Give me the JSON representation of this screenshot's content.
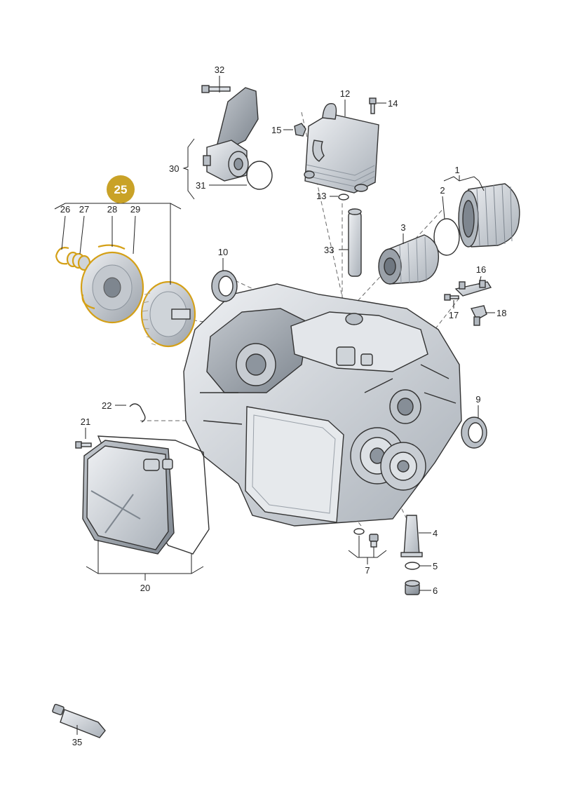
{
  "diagram": {
    "highlight_badge": "25",
    "colors": {
      "highlight": "#d4a017",
      "badge_fill": "#c9a227",
      "part_fill": "#d9dde2",
      "part_dark": "#a9b0b8",
      "line": "#222222"
    },
    "callouts": [
      {
        "id": "c1",
        "text": "1"
      },
      {
        "id": "c2",
        "text": "2"
      },
      {
        "id": "c3",
        "text": "3"
      },
      {
        "id": "c4",
        "text": "4"
      },
      {
        "id": "c5",
        "text": "5"
      },
      {
        "id": "c6",
        "text": "6"
      },
      {
        "id": "c7",
        "text": "7"
      },
      {
        "id": "c9",
        "text": "9"
      },
      {
        "id": "c10",
        "text": "10"
      },
      {
        "id": "c12",
        "text": "12"
      },
      {
        "id": "c13",
        "text": "13"
      },
      {
        "id": "c14",
        "text": "14"
      },
      {
        "id": "c15",
        "text": "15"
      },
      {
        "id": "c16",
        "text": "16"
      },
      {
        "id": "c17",
        "text": "17"
      },
      {
        "id": "c18",
        "text": "18"
      },
      {
        "id": "c20",
        "text": "20"
      },
      {
        "id": "c21",
        "text": "21"
      },
      {
        "id": "c22",
        "text": "22"
      },
      {
        "id": "c26",
        "text": "26"
      },
      {
        "id": "c27",
        "text": "27"
      },
      {
        "id": "c28",
        "text": "28"
      },
      {
        "id": "c29",
        "text": "29"
      },
      {
        "id": "c30",
        "text": "30"
      },
      {
        "id": "c31",
        "text": "31"
      },
      {
        "id": "c32",
        "text": "32"
      },
      {
        "id": "c33",
        "text": "33"
      },
      {
        "id": "c35",
        "text": "35"
      }
    ]
  }
}
